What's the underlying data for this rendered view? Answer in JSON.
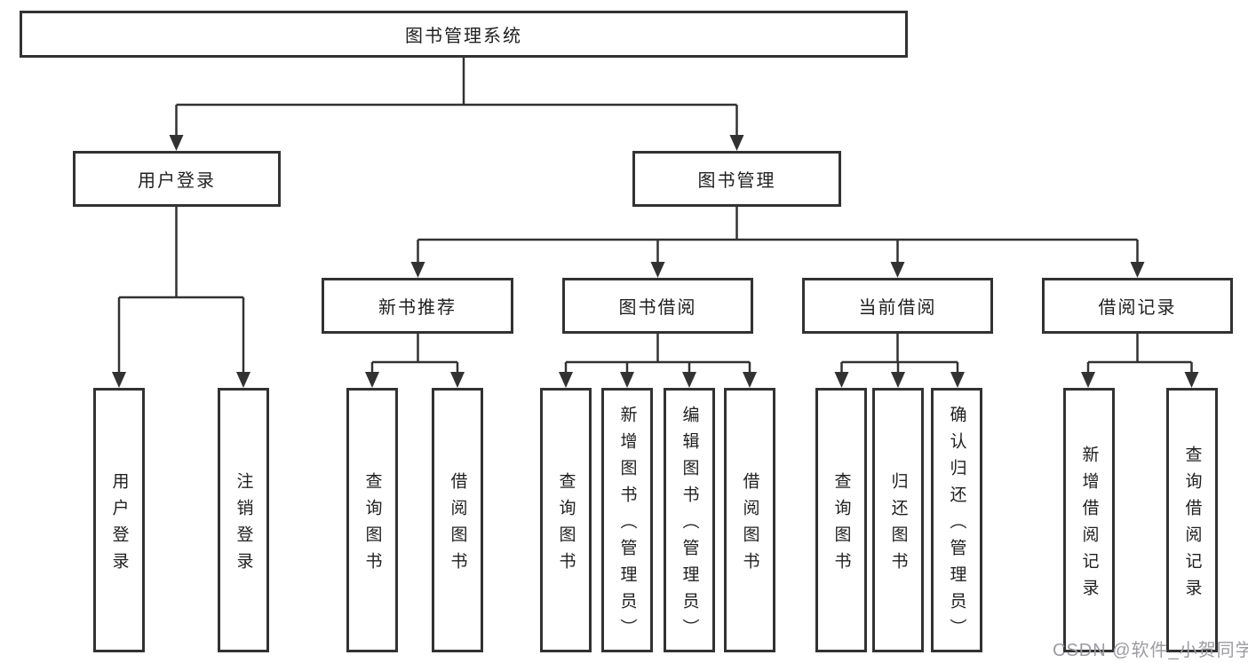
{
  "diagram": {
    "root": {
      "label": "图书管理系统"
    },
    "branches": [
      {
        "label": "用户登录",
        "children": [
          {
            "label": "用户登录"
          },
          {
            "label": "注销登录"
          }
        ]
      },
      {
        "label": "图书管理",
        "children": [
          {
            "label": "新书推荐",
            "children": [
              {
                "label": "查询图书"
              },
              {
                "label": "借阅图书"
              }
            ]
          },
          {
            "label": "图书借阅",
            "children": [
              {
                "label": "查询图书"
              },
              {
                "label": "新增图书（管理员）"
              },
              {
                "label": "编辑图书（管理员）"
              },
              {
                "label": "借阅图书"
              }
            ]
          },
          {
            "label": "当前借阅",
            "children": [
              {
                "label": "查询图书"
              },
              {
                "label": "归还图书"
              },
              {
                "label": "确认归还（管理员）"
              }
            ]
          },
          {
            "label": "借阅记录",
            "children": [
              {
                "label": "新增借阅记录"
              },
              {
                "label": "查询借阅记录"
              }
            ]
          }
        ]
      }
    ],
    "watermark": "CSDN @软件_小贺同学",
    "colors": {
      "line": "#323232",
      "box_border": "#323232",
      "text": "#1f1f1f",
      "background": "#ffffff",
      "watermark": "#9b9ba2"
    }
  }
}
